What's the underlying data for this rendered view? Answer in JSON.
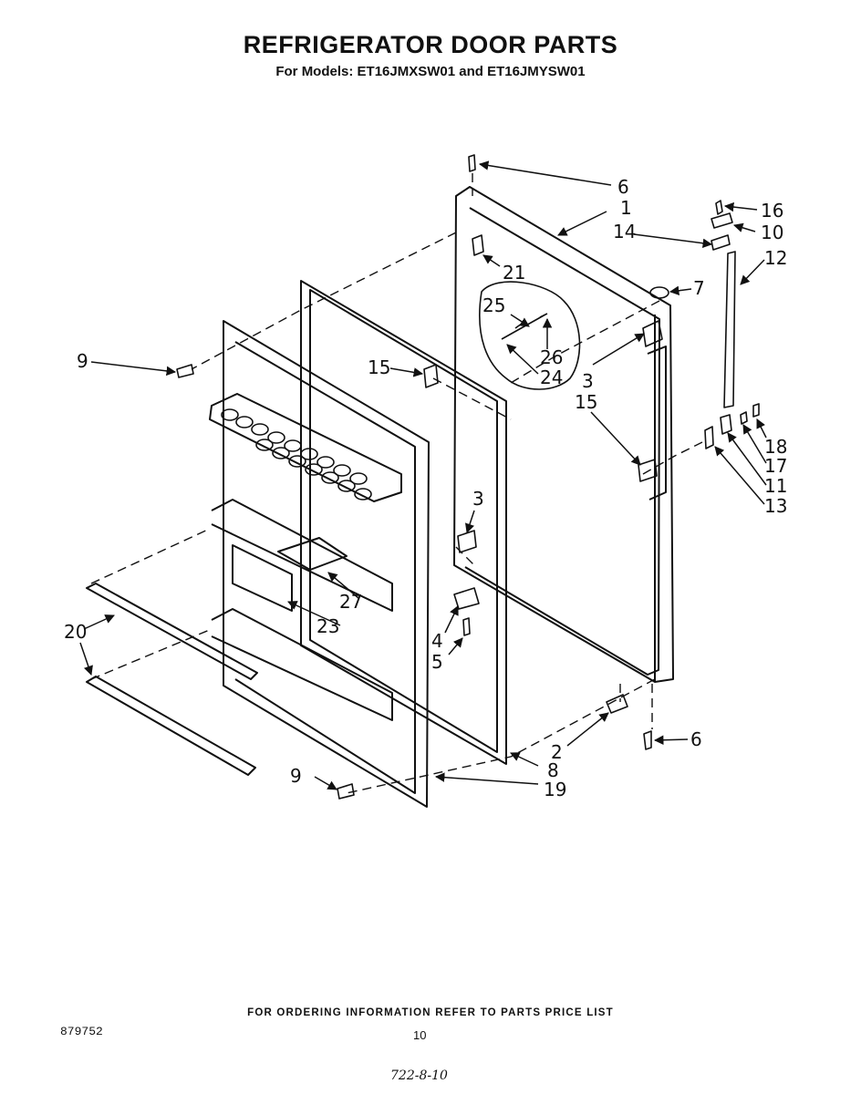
{
  "header": {
    "title": "REFRIGERATOR DOOR PARTS",
    "subtitle": "For Models: ET16JMXSW01 and ET16JMYSW01"
  },
  "callouts": [
    {
      "id": "c6a",
      "text": "6"
    },
    {
      "id": "c1",
      "text": "1"
    },
    {
      "id": "c16",
      "text": "16"
    },
    {
      "id": "c10",
      "text": "10"
    },
    {
      "id": "c14",
      "text": "14"
    },
    {
      "id": "c12",
      "text": "12"
    },
    {
      "id": "c21",
      "text": "21"
    },
    {
      "id": "c7",
      "text": "7"
    },
    {
      "id": "c25",
      "text": "25"
    },
    {
      "id": "c26",
      "text": "26"
    },
    {
      "id": "c24",
      "text": "24"
    },
    {
      "id": "c9a",
      "text": "9"
    },
    {
      "id": "c15a",
      "text": "15"
    },
    {
      "id": "c3a",
      "text": "3"
    },
    {
      "id": "c15b",
      "text": "15"
    },
    {
      "id": "c18",
      "text": "18"
    },
    {
      "id": "c17",
      "text": "17"
    },
    {
      "id": "c11",
      "text": "11"
    },
    {
      "id": "c13",
      "text": "13"
    },
    {
      "id": "c3b",
      "text": "3"
    },
    {
      "id": "c27",
      "text": "27"
    },
    {
      "id": "c23",
      "text": "23"
    },
    {
      "id": "c20",
      "text": "20"
    },
    {
      "id": "c4",
      "text": "4"
    },
    {
      "id": "c5",
      "text": "5"
    },
    {
      "id": "c2",
      "text": "2"
    },
    {
      "id": "c6b",
      "text": "6"
    },
    {
      "id": "c8",
      "text": "8"
    },
    {
      "id": "c9b",
      "text": "9"
    },
    {
      "id": "c19",
      "text": "19"
    }
  ],
  "footer": {
    "ordering_note": "FOR ORDERING INFORMATION REFER TO PARTS PRICE LIST",
    "doc_number": "879752",
    "page_number": "10",
    "handwritten_note": "722-8-10"
  }
}
